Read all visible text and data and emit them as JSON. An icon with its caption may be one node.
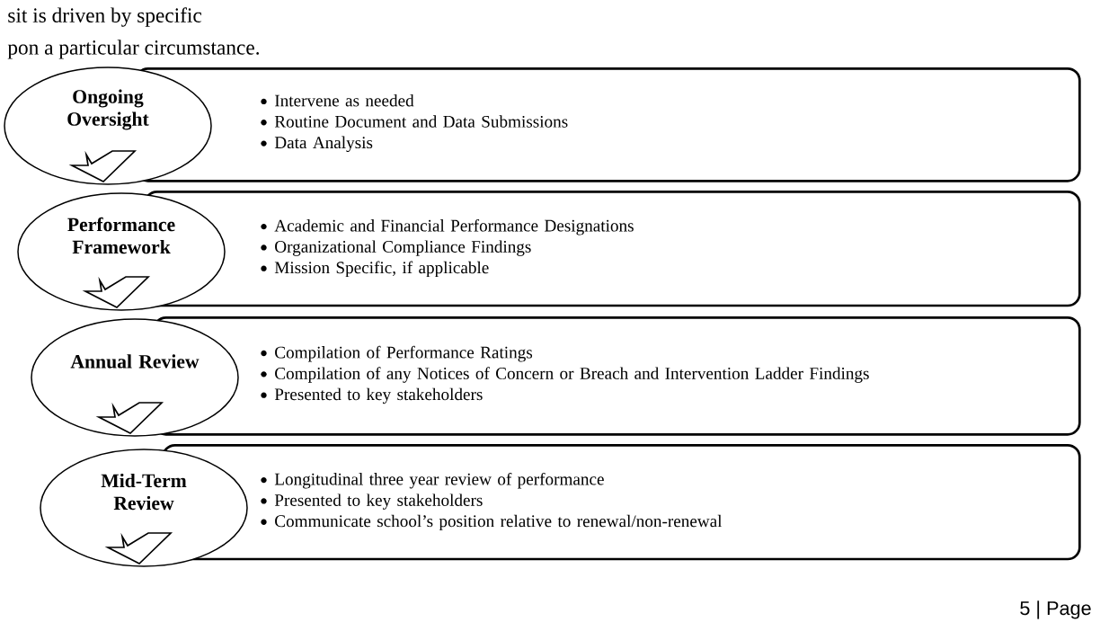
{
  "diagram": {
    "nodes": [
      {
        "text": [
          "Ongoing Oversight"
        ]
      },
      {
        "text": [
          "Intervene as needed",
          "Routine Document and Data Submissions",
          "Data Analysis"
        ]
      },
      {
        "text": [
          "Performance Framework"
        ]
      },
      {
        "text": [
          "Academic and Financial Performance Designations",
          "Organizational Compliance Findings",
          "Mission Specific, if applicable"
        ]
      },
      {
        "text": [
          "Annual Review"
        ]
      },
      {
        "text": [
          "Compilation of Performance Ratings",
          "Compilation of any Notices of Concern or Breach and Intervention Ladder Findings",
          "Presented to key stakeholders"
        ]
      },
      {
        "text": [
          "Mid-Term Review"
        ]
      },
      {
        "text": [
          "Longitudinal three year review of performance",
          "Presented to key stakeholders",
          "Communicate school’s position relative to renewal/non-renewal"
        ]
      }
    ],
    "labels": [
      "sit is driven by specific",
      "pon a particular circumstance.",
      "5 | Page"
    ]
  }
}
